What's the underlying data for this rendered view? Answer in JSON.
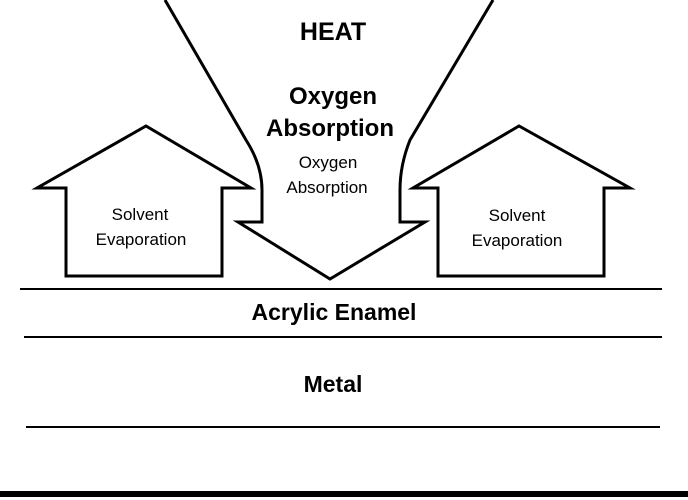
{
  "diagram": {
    "heat_label": "HEAT",
    "oxygen_main_line1": "Oxygen",
    "oxygen_main_line2": "Absorption",
    "oxygen_small_line1": "Oxygen",
    "oxygen_small_line2": "Absorption",
    "left_arrow_line1": "Solvent",
    "left_arrow_line2": "Evaporation",
    "right_arrow_line1": "Solvent",
    "right_arrow_line2": "Evaporation",
    "enamel_layer_label": "Acrylic Enamel",
    "metal_layer_label": "Metal"
  },
  "colors": {
    "ink": "#000000",
    "background": "#ffffff"
  }
}
